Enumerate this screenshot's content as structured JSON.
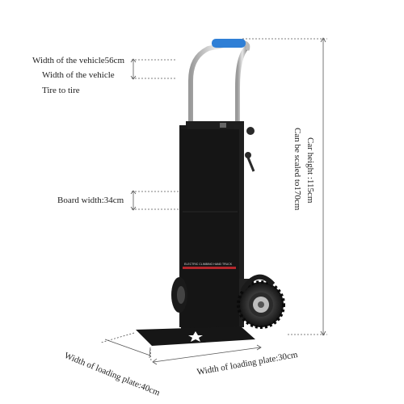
{
  "labels": {
    "width_vehicle_56": "Width of the vehicle56cm",
    "width_vehicle": "Width of the vehicle",
    "tire_to_tire": "Tire to tire",
    "board_width": "Board width:34cm",
    "car_height": "Car height  :115cm",
    "scaled": "Can be scaled to170cm",
    "loading_plate_40": "Width of loading plate:40cm",
    "loading_plate_30": "Width of loading plate:30cm",
    "product_text": "ELECTRIC CLIMBING HAND TRUCK"
  },
  "colors": {
    "board": "#151515",
    "frame": "#222222",
    "handle_grip": "#2f7fd6",
    "dimension_line": "#555555",
    "label_stripe": "#b3262b"
  }
}
